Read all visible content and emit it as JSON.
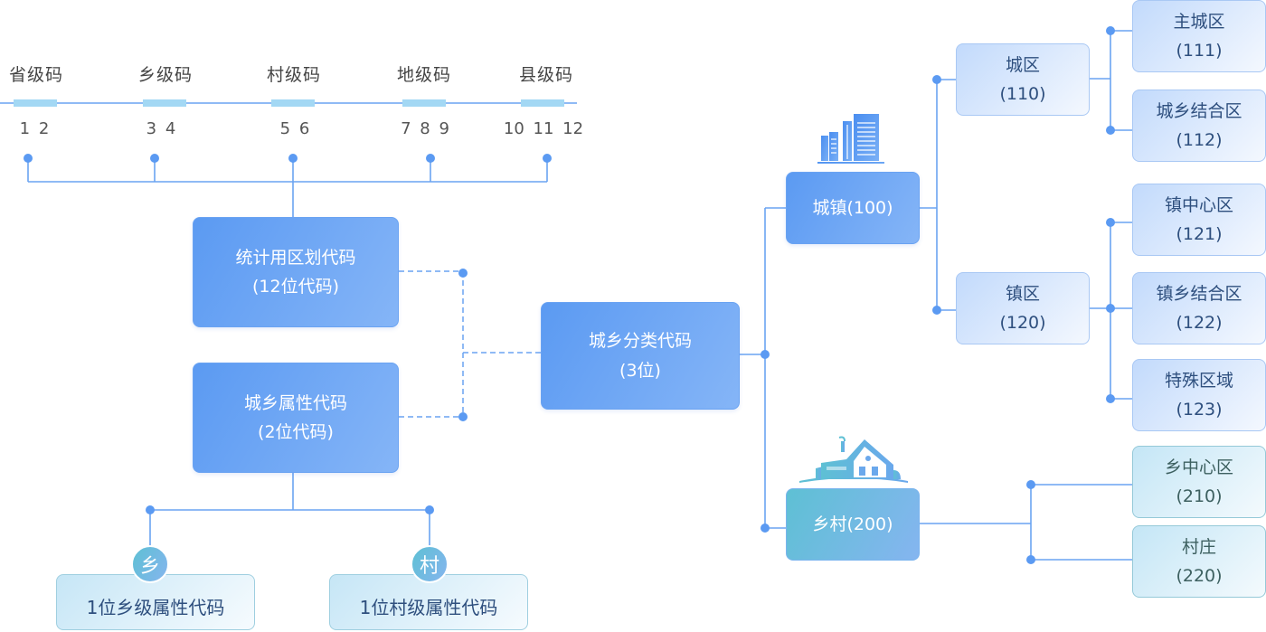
{
  "ruler": {
    "segments": [
      {
        "label": "省级码",
        "digits": "1 2"
      },
      {
        "label": "乡级码",
        "digits": "3 4"
      },
      {
        "label": "村级码",
        "digits": "5 6"
      },
      {
        "label": "地级码",
        "digits": "7 8 9"
      },
      {
        "label": "县级码",
        "digits": "10 11 12"
      }
    ]
  },
  "left": {
    "stat_code": {
      "line1": "统计用区划代码",
      "line2": "(12位代码)"
    },
    "attr_code": {
      "line1": "城乡属性代码",
      "line2": "(2位代码)"
    },
    "township_attr": {
      "badge": "乡",
      "label": "1位乡级属性代码"
    },
    "village_attr": {
      "badge": "村",
      "label": "1位村级属性代码"
    }
  },
  "center": {
    "class_code": {
      "line1": "城乡分类代码",
      "line2": "(3位)"
    }
  },
  "urban": {
    "label": "城镇(100)",
    "icon": "city-buildings-icon",
    "children": [
      {
        "line1": "城区",
        "line2": "(110)",
        "children": [
          {
            "line1": "主城区",
            "line2": "(111)"
          },
          {
            "line1": "城乡结合区",
            "line2": "(112)"
          }
        ]
      },
      {
        "line1": "镇区",
        "line2": "(120)",
        "children": [
          {
            "line1": "镇中心区",
            "line2": "(121)"
          },
          {
            "line1": "镇乡结合区",
            "line2": "(122)"
          },
          {
            "line1": "特殊区域",
            "line2": "(123)"
          }
        ]
      }
    ]
  },
  "rural": {
    "label": "乡村(200)",
    "icon": "house-icon",
    "children": [
      {
        "line1": "乡中心区",
        "line2": "(210)"
      },
      {
        "line1": "村庄",
        "line2": "(220)"
      }
    ]
  },
  "colors": {
    "line": "#5b9af2",
    "ruler_bar": "#a3d8f4",
    "main_node": "#5b9af2",
    "rural_node": "#5ec0d4"
  }
}
